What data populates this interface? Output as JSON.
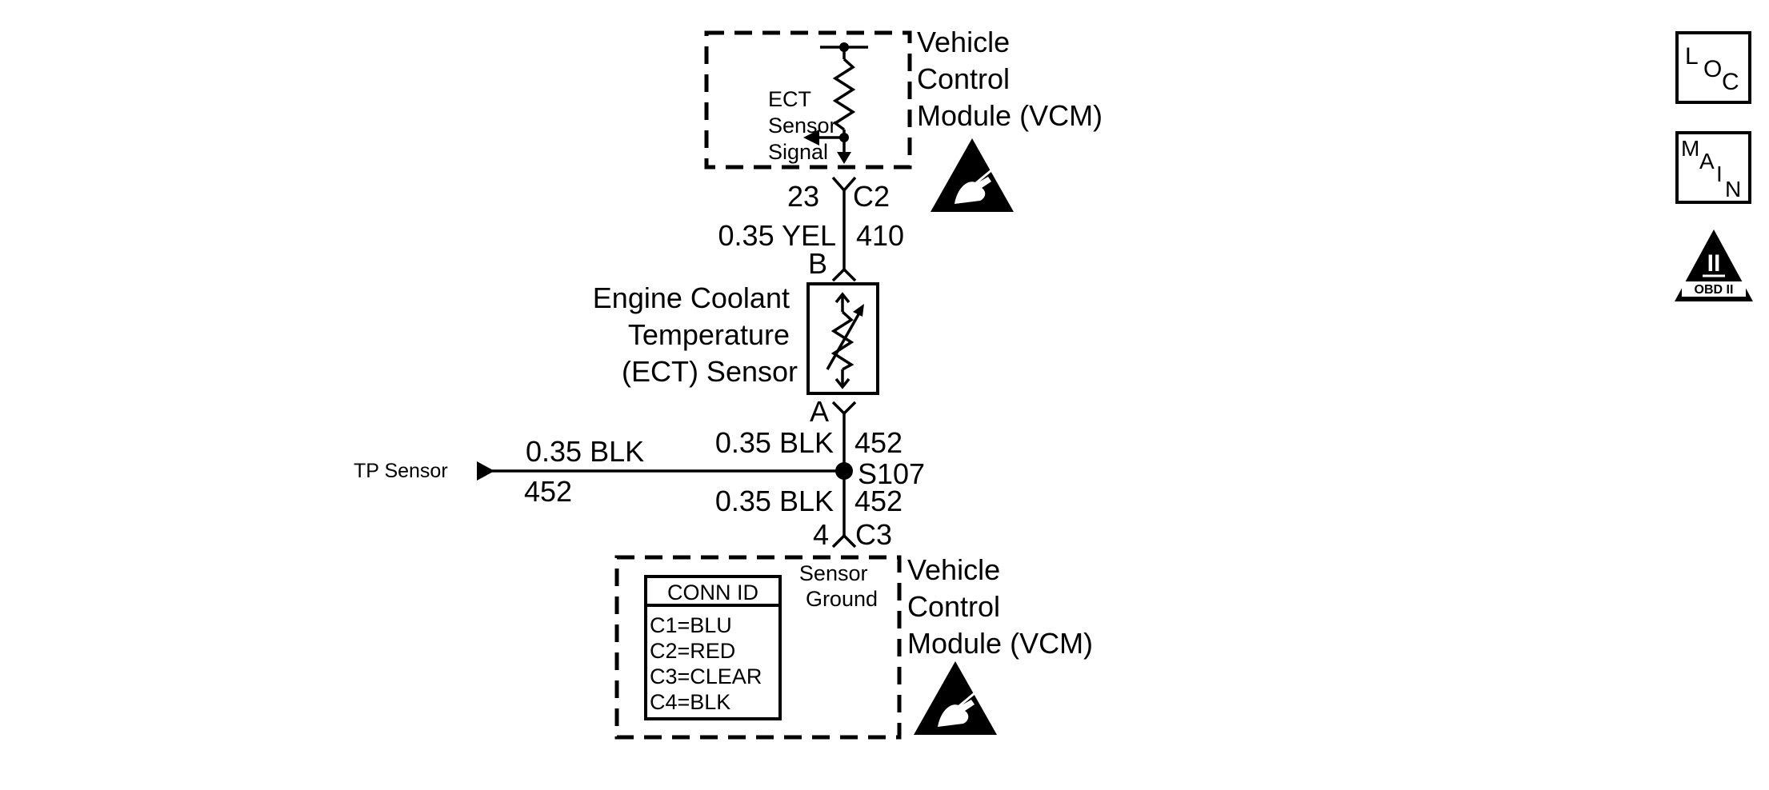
{
  "top_module": {
    "name_lines": [
      "Vehicle",
      "Control",
      "Module (VCM)"
    ],
    "signal_lines": [
      "ECT",
      "Sensor",
      "Signal"
    ]
  },
  "connector_c2": {
    "pin": "23",
    "id": "C2"
  },
  "wire_top": {
    "gauge_color": "0.35 YEL",
    "circuit": "410"
  },
  "sensor": {
    "pin_top": "B",
    "pin_bottom": "A",
    "name_lines": [
      "Engine Coolant",
      "Temperature",
      "(ECT) Sensor"
    ]
  },
  "wire_a": {
    "gauge_color": "0.35 BLK",
    "circuit": "452"
  },
  "tp_branch": {
    "label": "TP Sensor",
    "gauge_color": "0.35 BLK",
    "circuit": "452"
  },
  "splice": {
    "id": "S107"
  },
  "wire_bottom": {
    "gauge_color": "0.35 BLK",
    "circuit": "452"
  },
  "connector_c3": {
    "pin": "4",
    "id": "C3"
  },
  "bottom_module": {
    "name_lines": [
      "Vehicle",
      "Control",
      "Module (VCM)"
    ],
    "ground_lines": [
      "Sensor",
      "Ground"
    ],
    "conn_id": {
      "title": "CONN ID",
      "items": [
        "C1=BLU",
        "C2=RED",
        "C3=CLEAR",
        "C4=BLK"
      ]
    }
  },
  "side_icons": {
    "loc": [
      "L",
      "O",
      "C"
    ],
    "main": [
      "M",
      "A",
      "I",
      "N"
    ],
    "obd": {
      "numeral": "II",
      "caption": "OBD II"
    }
  }
}
